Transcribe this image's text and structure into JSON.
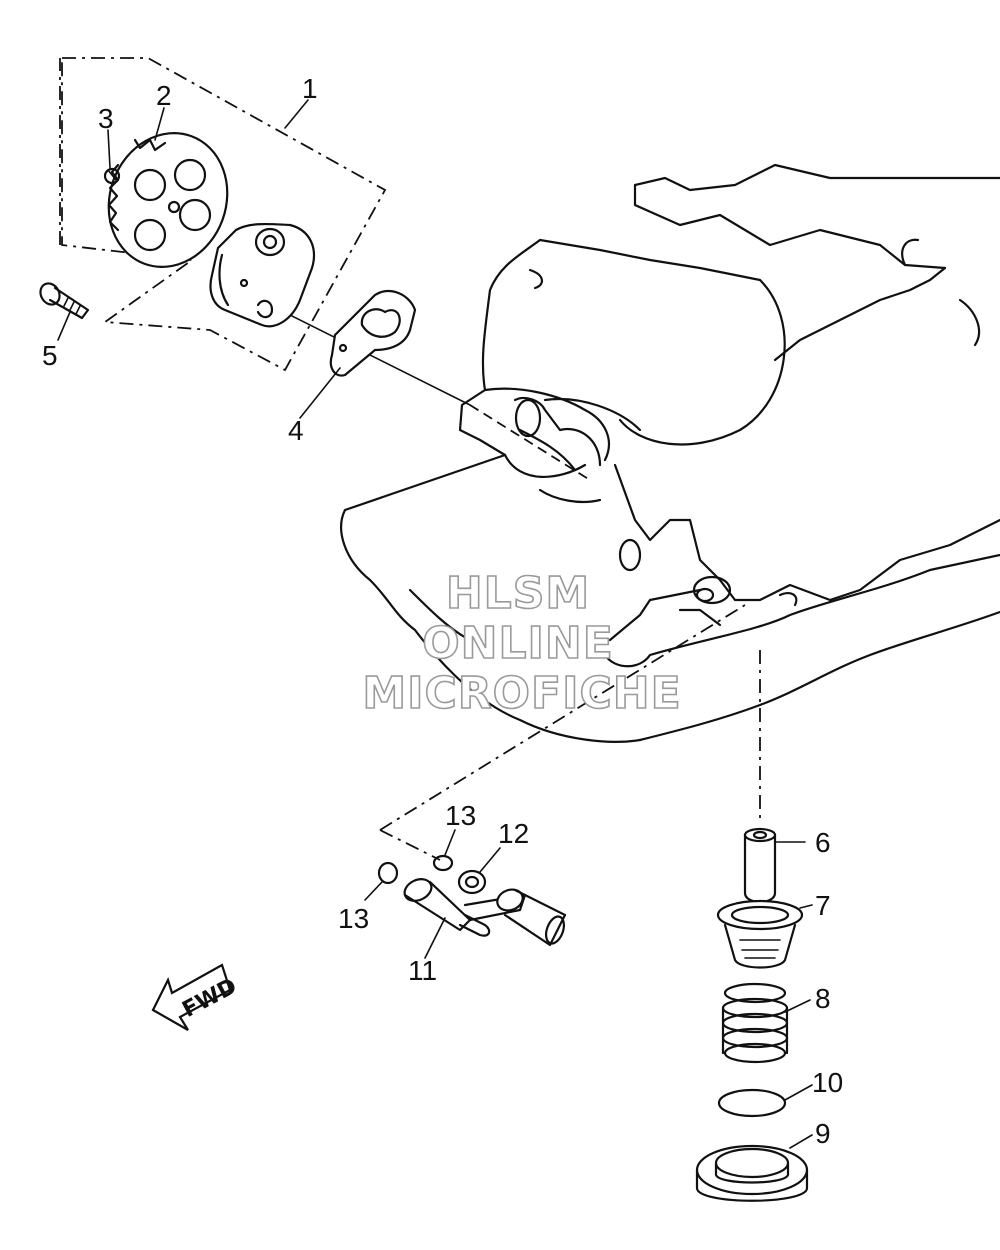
{
  "callouts": {
    "c1": "1",
    "c2": "2",
    "c3": "3",
    "c4": "4",
    "c5": "5",
    "c6": "6",
    "c7": "7",
    "c8": "8",
    "c9": "9",
    "c10": "10",
    "c11": "11",
    "c12": "12",
    "c13a": "13",
    "c13b": "13"
  },
  "watermark": {
    "line1": "HLSM",
    "line2": "ONLINE",
    "line3": "MICROFICHE"
  },
  "direction_label": "FWD"
}
